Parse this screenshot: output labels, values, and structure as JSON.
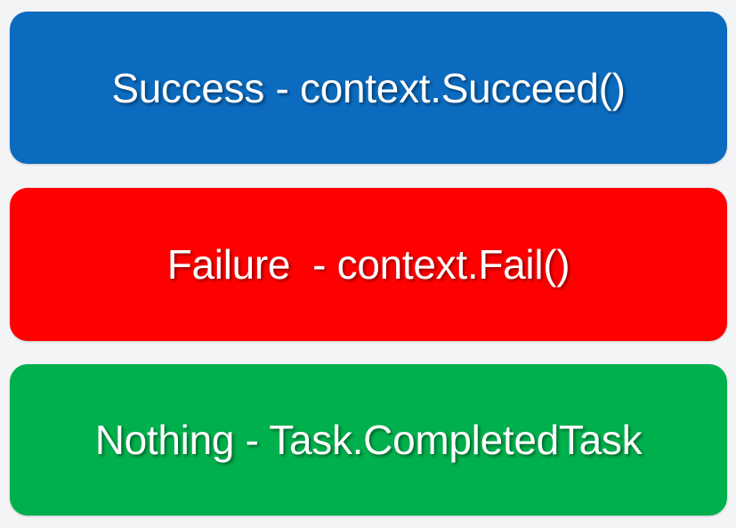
{
  "boxes": [
    {
      "label": "Success - context.Succeed()",
      "color": "#0a6bbf"
    },
    {
      "label": "Failure  - context.Fail()",
      "color": "#ff0000"
    },
    {
      "label": "Nothing - Task.CompletedTask",
      "color": "#00b04c"
    }
  ]
}
